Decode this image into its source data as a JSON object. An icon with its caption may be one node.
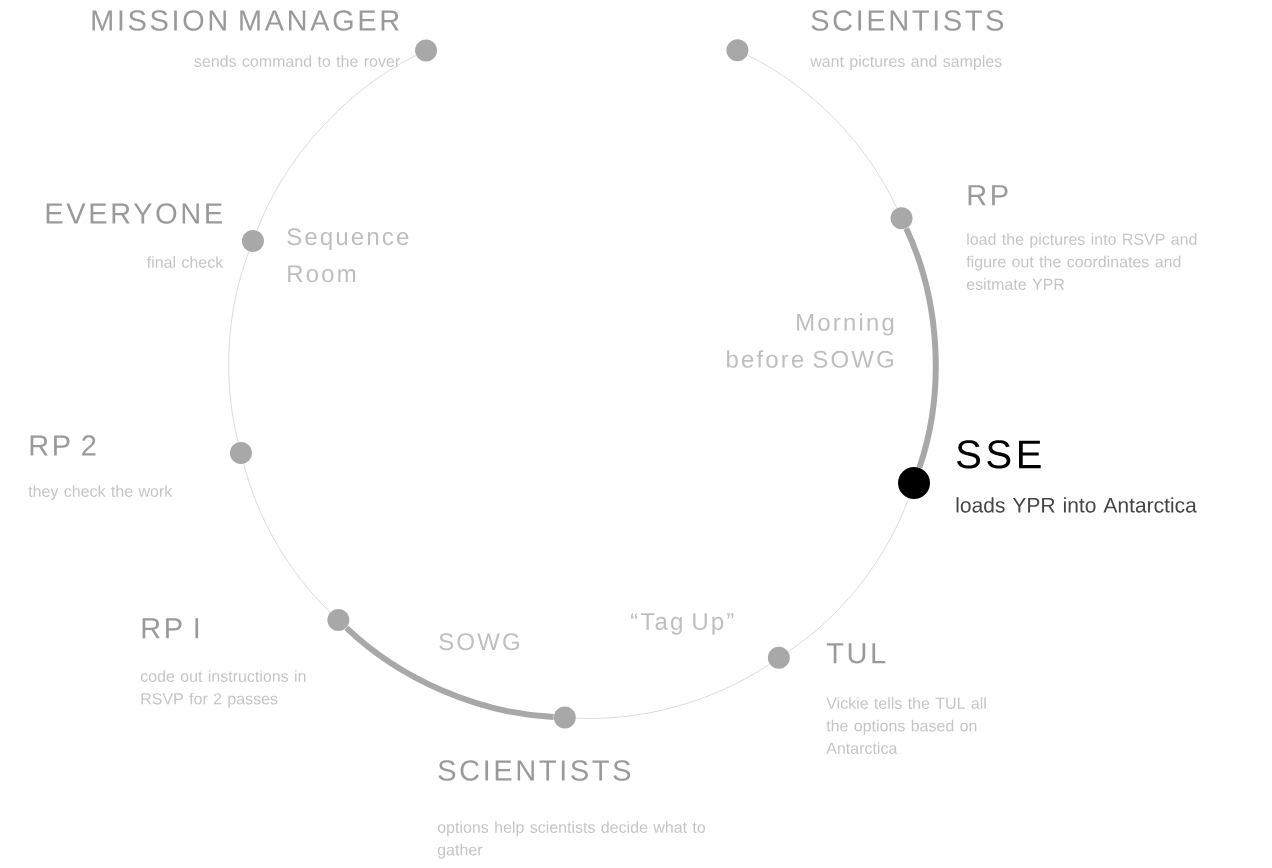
{
  "diagram": {
    "nodes": [
      {
        "text": [
          "MISSION MANAGER",
          "sends command to the rover"
        ]
      },
      {
        "text": [
          "SCIENTISTS",
          "want pictures and samples"
        ]
      },
      {
        "text": [
          "EVERYONE",
          "final check"
        ]
      },
      {
        "text": [
          "RP",
          "load the pictures into RSVP and figure out the coordinates and esitmate YPR"
        ]
      },
      {
        "text": [
          "RP 2",
          "they check the work"
        ]
      },
      {
        "text": [
          "SSE",
          "loads YPR into Antarctica"
        ]
      },
      {
        "text": [
          "RP I",
          "code out instructions in RSVP for 2 passes"
        ]
      },
      {
        "text": [
          "TUL",
          "Vickie tells the TUL all the options based on Antarctica"
        ]
      },
      {
        "text": [
          "SCIENTISTS",
          "options help scientists decide what to gather"
        ]
      }
    ],
    "edges": [
      {
        "from": 1,
        "to": 3,
        "arrow": "none"
      },
      {
        "from": 3,
        "to": 5,
        "arrow": "none",
        "style": "thick"
      },
      {
        "from": 5,
        "to": 7,
        "arrow": "none"
      },
      {
        "from": 7,
        "to": 8,
        "arrow": "none"
      },
      {
        "from": 8,
        "to": 6,
        "arrow": "none",
        "style": "thick"
      },
      {
        "from": 6,
        "to": 4,
        "arrow": "none"
      },
      {
        "from": 4,
        "to": 2,
        "arrow": "none"
      },
      {
        "from": 2,
        "to": 0,
        "arrow": "none"
      }
    ],
    "labels": [
      "Sequence Room",
      "Morning before SOWG",
      "SOWG",
      "“Tag Up”"
    ]
  }
}
